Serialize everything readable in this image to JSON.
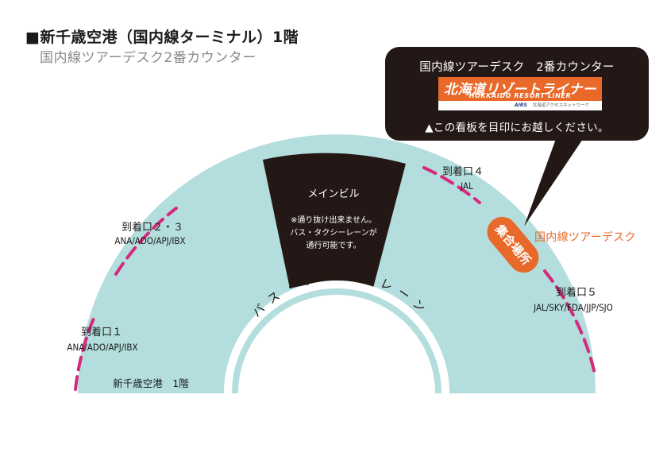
{
  "header": {
    "title": "■新千歳空港（国内線ターミナル）1階",
    "subtitle": "国内線ツアーデスク2番カウンター"
  },
  "callout": {
    "title": "国内線ツアーデスク　2番カウンター",
    "sign_jp": "北海道リゾートライナー",
    "sign_en": "HOKKAIDO RESORT LINER",
    "sign_logo": "AIRS",
    "sign_small": "北海道アクセスネットワーク",
    "note": "▲この看板を目印にお越しください。"
  },
  "map": {
    "main_building": {
      "title": "メインビル",
      "note_lines": [
        "※通り抜け出来ません。",
        "バス・タクシーレーンが",
        "通行可能です。"
      ]
    },
    "bus_lane": "バス・タクシーレーン",
    "floor_label": "新千歳空港　1階",
    "meeting_point": "集合場所",
    "tour_desk_label": "国内線ツアーデスク",
    "arrivals": [
      {
        "gate": "到着口１",
        "airlines": "ANA/ADO/APJ/IBX"
      },
      {
        "gate": "到着口２・３",
        "airlines": "ANA/ADO/APJ/IBX"
      },
      {
        "gate": "到着口４",
        "airlines": "JAL"
      },
      {
        "gate": "到着口５",
        "airlines": "JAL/SKY/FDA/JJP/SJO"
      }
    ]
  },
  "colors": {
    "terminal_fill": "#b3dedd",
    "building_fill": "#231815",
    "gate_dash": "#d5297d",
    "accent_orange": "#e8692a",
    "callout_bg": "#231815"
  }
}
